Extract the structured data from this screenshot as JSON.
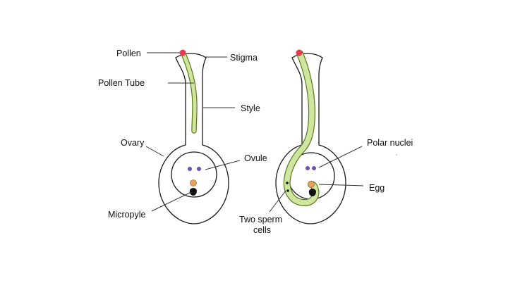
{
  "colors": {
    "pollen": "#e23c54",
    "pollen_tube_fill": "#cfe6a0",
    "pollen_tube_stroke": "#5f7d1e",
    "polar_nuclei": "#6b4fb5",
    "egg": "#e8a05e",
    "micropyle": "#111111",
    "outline": "#1a1a1a",
    "background": "#ffffff"
  },
  "left_pistil": {
    "labels": {
      "pollen": "Pollen",
      "pollen_tube": "Pollen Tube",
      "stigma": "Stigma",
      "style": "Style",
      "ovary": "Ovary",
      "ovule": "Ovule",
      "micropyle": "Micropyle"
    }
  },
  "right_pistil": {
    "labels": {
      "polar_nuclei": "Polar nuclei",
      "egg": "Egg",
      "two_sperm_cells_line1": "Two sperm",
      "two_sperm_cells_line2": "cells"
    }
  }
}
